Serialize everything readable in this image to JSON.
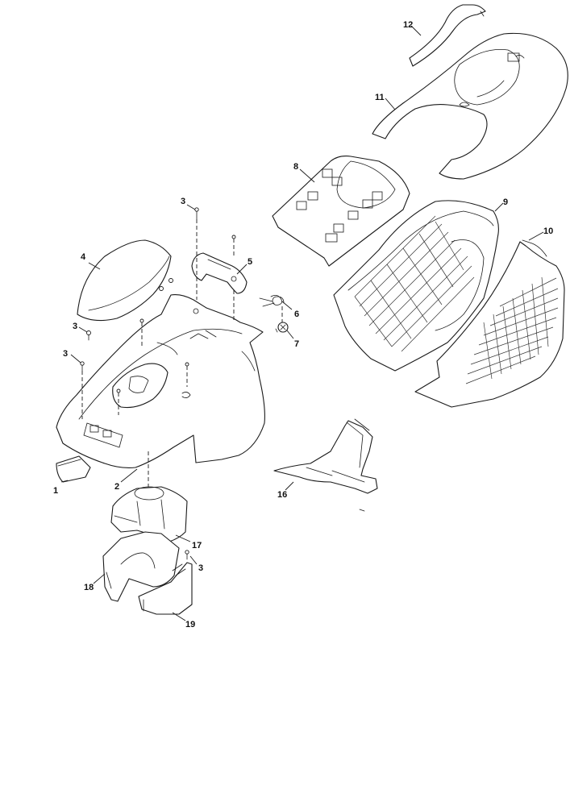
{
  "callouts": {
    "c1": "1",
    "c2": "2",
    "c3a": "3",
    "c3b": "3",
    "c3c": "3",
    "c3d": "3",
    "c4": "4",
    "c5": "5",
    "c6": "6",
    "c7": "7",
    "c8": "8",
    "c9": "9",
    "c10": "10",
    "c11": "11",
    "c12": "12",
    "c16": "16",
    "c17": "17",
    "c18": "18",
    "c19": "19"
  }
}
